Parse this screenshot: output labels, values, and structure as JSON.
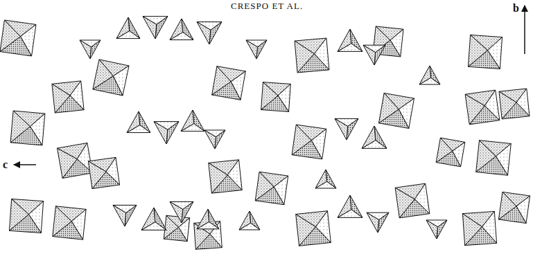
{
  "diagram": {
    "labels": [
      "CRESPO ET AL.",
      "c",
      "b"
    ]
  }
}
